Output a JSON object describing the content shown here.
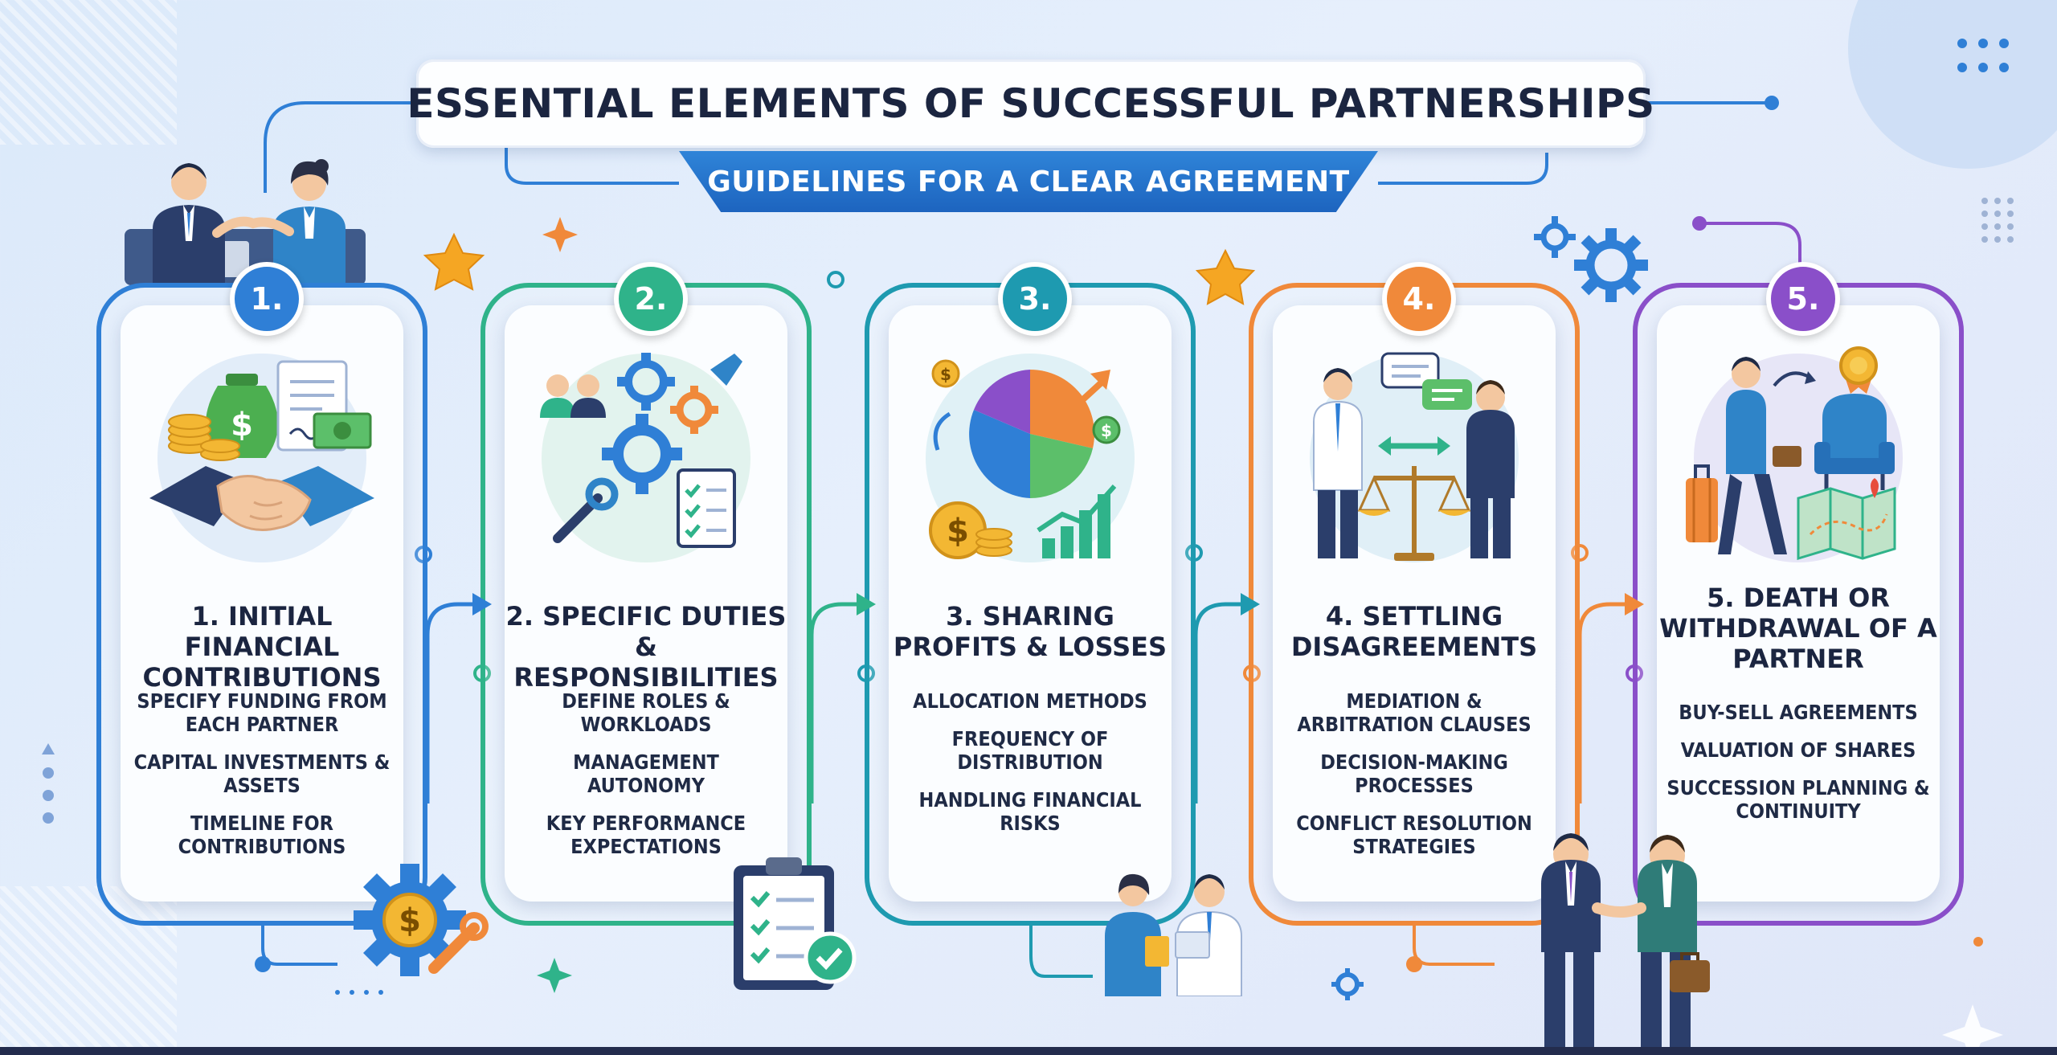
{
  "header": {
    "title": "ESSENTIAL ELEMENTS OF SUCCESSFUL PARTNERSHIPS",
    "subtitle": "GUIDELINES FOR A CLEAR AGREEMENT"
  },
  "colors": {
    "step1": "#2f7fd6",
    "step2": "#2fb38a",
    "step3": "#1e9ab0",
    "step4": "#f0893a",
    "step5": "#8a4fc9",
    "title_text": "#1b2540",
    "subtitle_bg": "#1d64bf"
  },
  "steps": [
    {
      "badge": "1.",
      "icon": "money-handshake-icon",
      "title": "1. INITIAL FINANCIAL CONTRIBUTIONS",
      "items": [
        "SPECIFY FUNDING FROM EACH PARTNER",
        "CAPITAL INVESTMENTS & ASSETS",
        "TIMELINE FOR CONTRIBUTIONS"
      ]
    },
    {
      "badge": "2.",
      "icon": "team-gears-icon",
      "title": "2. SPECIFIC DUTIES & RESPONSIBILITIES",
      "items": [
        "DEFINE ROLES & WORKLOADS",
        "MANAGEMENT AUTONOMY",
        "KEY PERFORMANCE EXPECTATIONS"
      ]
    },
    {
      "badge": "3.",
      "icon": "pie-chart-growth-icon",
      "title": "3. SHARING PROFITS & LOSSES",
      "items": [
        "ALLOCATION METHODS",
        "FREQUENCY OF DISTRIBUTION",
        "HANDLING FINANCIAL RISKS"
      ]
    },
    {
      "badge": "4.",
      "icon": "scales-discussion-icon",
      "title": "4. SETTLING DISAGREEMENTS",
      "items": [
        "MEDIATION & ARBITRATION CLAUSES",
        "DECISION-MAKING PROCESSES",
        "CONFLICT RESOLUTION STRATEGIES"
      ]
    },
    {
      "badge": "5.",
      "icon": "succession-chair-icon",
      "title": "5. DEATH OR WITHDRAWAL OF A PARTNER",
      "items": [
        "BUY-SELL AGREEMENTS",
        "VALUATION OF SHARES",
        "SUCCESSION PLANNING & CONTINUITY"
      ]
    }
  ]
}
